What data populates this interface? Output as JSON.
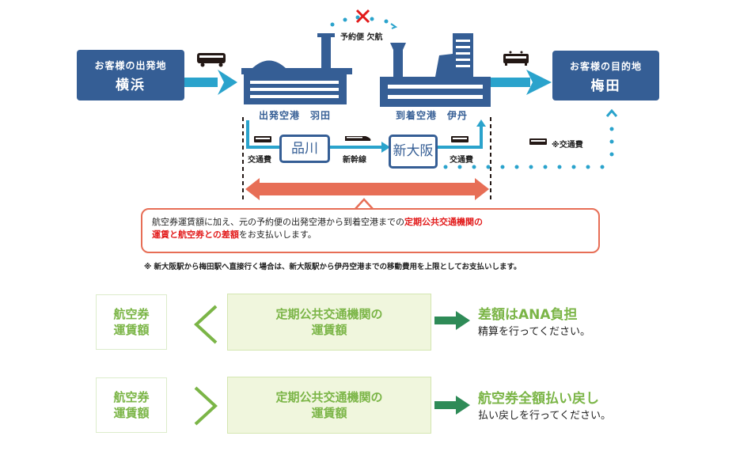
{
  "origin": {
    "label": "お客様の出発地",
    "city": "横浜"
  },
  "destination": {
    "label": "お客様の目的地",
    "city": "梅田"
  },
  "departure_airport": {
    "label": "出発空港　羽田"
  },
  "arrival_airport": {
    "label": "到着空港　伊丹"
  },
  "cancelled_flight": {
    "label": "予約便 欠航"
  },
  "route": {
    "station_a": "品川",
    "station_b": "新大阪",
    "fare_left": "交通費",
    "fare_right": "交通費",
    "shinkansen": "新幹線",
    "note_fare": "※交通費"
  },
  "callout": {
    "text_1": "航空券運賃額に加え、元の予約便の出発空港から到着空港までの",
    "red_1": "定期公共交通機関の",
    "red_2": "運賃と航空券との差額",
    "text_2": "をお支払いします。"
  },
  "footnote": "※ 新大阪駅から梅田駅へ直接行く場合は、新大阪駅から伊丹空港までの移動費用を上限としてお支払いします。",
  "comparisons": [
    {
      "left": [
        "航空券",
        "運賃額"
      ],
      "operator": "<",
      "right": [
        "定期公共交通機関の",
        "運賃額"
      ],
      "result_title": "差額はANA負担",
      "result_sub": "精算を行ってください。"
    },
    {
      "left": [
        "航空券",
        "運賃額"
      ],
      "operator": ">",
      "right": [
        "定期公共交通機関の",
        "運賃額"
      ],
      "result_title": "航空券全額払い戻し",
      "result_sub": "払い戻しを行ってください。"
    }
  ],
  "colors": {
    "navy": "#355e95",
    "cyan": "#2aa3cc",
    "coral": "#e76e56",
    "red_text": "#e21a1a",
    "green_text": "#7bb547",
    "green_arrow": "#2e8b57"
  }
}
